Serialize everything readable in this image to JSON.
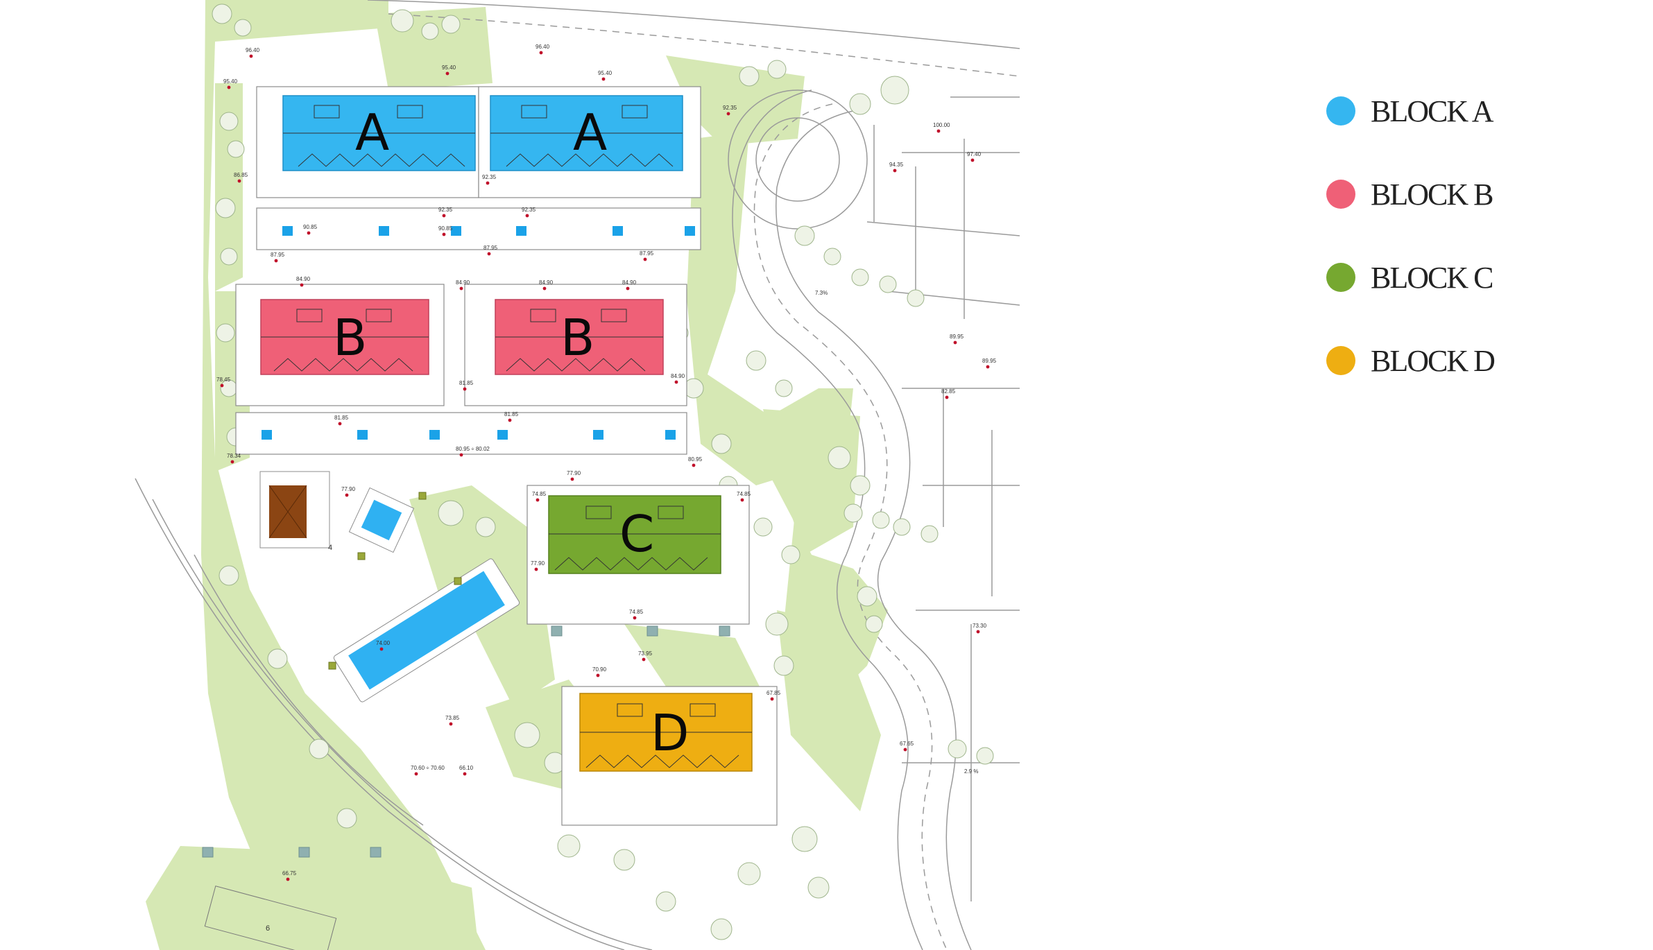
{
  "plan": {
    "blocks": [
      {
        "id": "a1",
        "letter": "A",
        "color": "#35b6f0"
      },
      {
        "id": "a2",
        "letter": "A",
        "color": "#35b6f0"
      },
      {
        "id": "b1",
        "letter": "B",
        "color": "#ef6077"
      },
      {
        "id": "b2",
        "letter": "B",
        "color": "#ef6077"
      },
      {
        "id": "c",
        "letter": "C",
        "color": "#76a830"
      },
      {
        "id": "d",
        "letter": "D",
        "color": "#eeae12"
      }
    ],
    "elevations": [
      "96.40",
      "95.40",
      "96.40",
      "95.40",
      "95.40",
      "92.35",
      "92.35",
      "86.85",
      "90.85",
      "92.35",
      "90.85",
      "92.35",
      "87.95",
      "87.95",
      "87.95",
      "84.90",
      "84.90",
      "84.90",
      "84.90",
      "81.85",
      "84.90",
      "78.45",
      "81.85",
      "81.85",
      "78.34",
      "80.95 ÷ 80.02",
      "80.95",
      "77.90",
      "77.90",
      "74.85",
      "74.85",
      "77.90",
      "74.85",
      "73.95",
      "70.90",
      "74.00",
      "67.85",
      "73.85",
      "70.60 ÷ 70.60",
      "66.10",
      "66.75",
      "100.00",
      "94.35",
      "97.40",
      "89.95",
      "89.95",
      "82.85",
      "73.30",
      "67.65"
    ],
    "area_numbers": [
      "4",
      "6"
    ],
    "slopes": [
      "7.3%",
      "2.9 %"
    ],
    "colors": {
      "grass": "#d6e8b4",
      "path": "#ffffff",
      "line": "#9a9a9a",
      "tree": "#e8efdc",
      "pool": "#2fb1f2",
      "tile": "#1aa2e8",
      "court": "#8b4513",
      "marker": "#c0102a"
    }
  },
  "legend": {
    "items": [
      {
        "label": "BLOCK A",
        "color": "#35b6f0"
      },
      {
        "label": "BLOCK B",
        "color": "#ef6077"
      },
      {
        "label": "BLOCK C",
        "color": "#76a830"
      },
      {
        "label": "BLOCK D",
        "color": "#eeae12"
      }
    ]
  }
}
